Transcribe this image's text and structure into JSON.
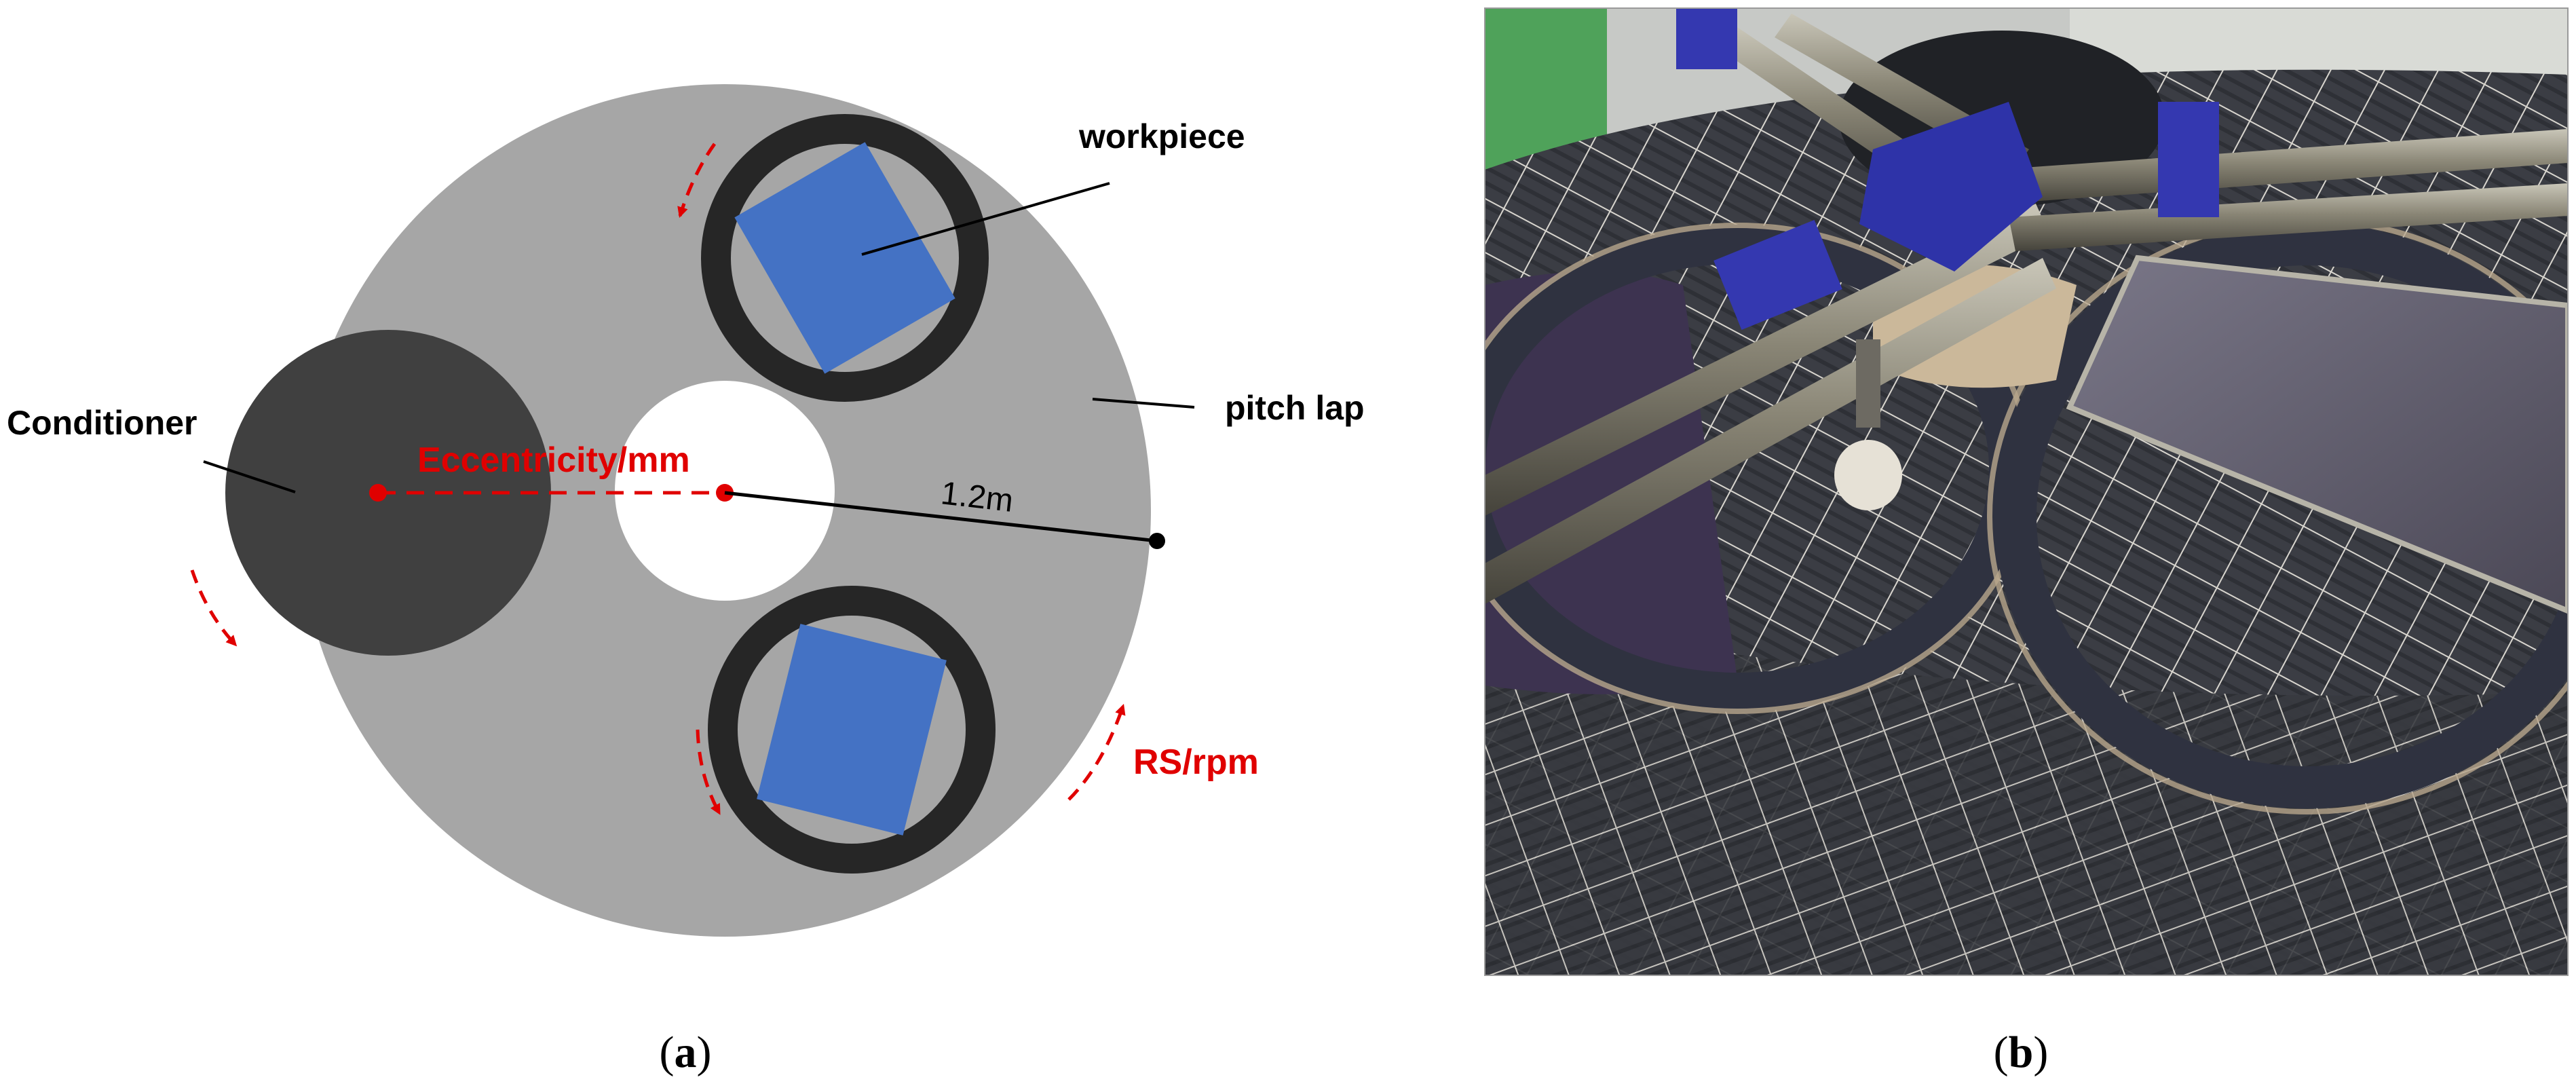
{
  "panel_a": {
    "caption_open": "(",
    "caption_letter": "a",
    "caption_close": ")",
    "labels": {
      "workpiece": "workpiece",
      "conditioner": "Conditioner",
      "pitch_lap": "pitch lap",
      "eccentricity": "Eccentricity/mm",
      "radius": "1.2m",
      "rotation_speed": "RS/rpm"
    }
  },
  "panel_b": {
    "caption_open": "(",
    "caption_letter": "b",
    "caption_close": ")"
  },
  "colors": {
    "lap": "#a6a6a6",
    "conditioner": "#404040",
    "ring": "#262626",
    "workpiece": "#4472c4",
    "accent_red": "#e00000",
    "text": "#000000"
  }
}
